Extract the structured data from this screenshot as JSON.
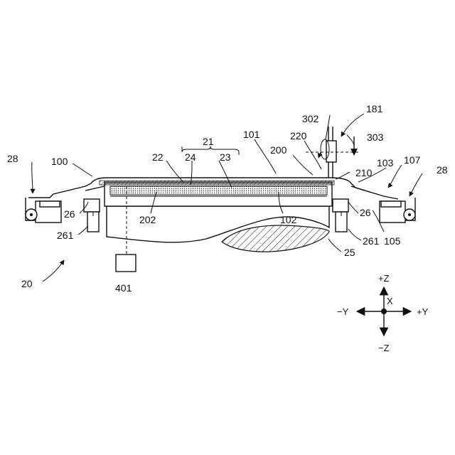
{
  "labels": {
    "ref_181": "181",
    "ref_302": "302",
    "ref_303": "303",
    "ref_101": "101",
    "ref_220": "220",
    "ref_21": "21",
    "ref_200": "200",
    "ref_22": "22",
    "ref_24": "24",
    "ref_23": "23",
    "ref_210": "210",
    "ref_103": "103",
    "ref_107": "107",
    "ref_28_left": "28",
    "ref_28_right": "28",
    "ref_100": "100",
    "ref_26_left": "26",
    "ref_26_right": "26",
    "ref_202": "202",
    "ref_102": "102",
    "ref_261_left": "261",
    "ref_261_right": "261",
    "ref_105": "105",
    "ref_25": "25",
    "ref_401": "401",
    "ref_20": "20"
  },
  "axes": {
    "plus_z": "+Z",
    "minus_z": "−Z",
    "plus_y": "+Y",
    "minus_y": "−Y",
    "x": "X"
  }
}
